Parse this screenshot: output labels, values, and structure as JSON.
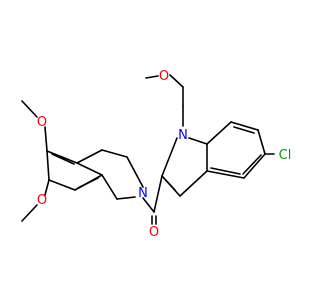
{
  "molecule": {
    "atoms": {
      "o_top": "O",
      "n_indole": "N",
      "cl": "Cl",
      "o_methoxy_upper": "O",
      "o_methoxy_lower": "O",
      "n_isoquinoline": "N",
      "o_carbonyl": "O"
    },
    "colors": {
      "bond": "#000000",
      "oxygen": "#ff0000",
      "nitrogen": "#0000ff",
      "chlorine": "#00a000"
    }
  }
}
